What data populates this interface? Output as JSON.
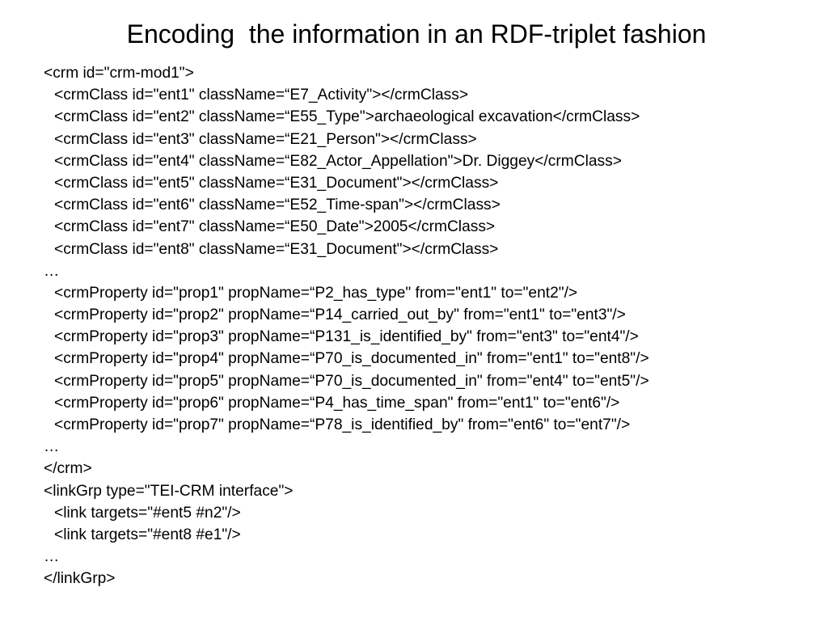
{
  "slide": {
    "title": "Encoding  the information in an RDF-triplet fashion",
    "lines": [
      {
        "text": "<crm id=\"crm-mod1\">",
        "indent": false
      },
      {
        "text": "<crmClass id=\"ent1\" className=“E7_Activity\"></crmClass>",
        "indent": true
      },
      {
        "text": "<crmClass id=\"ent2\" className=“E55_Type\">archaeological excavation</crmClass>",
        "indent": true
      },
      {
        "text": "<crmClass id=\"ent3\" className=“E21_Person\"></crmClass>",
        "indent": true
      },
      {
        "text": "<crmClass id=\"ent4\" className=“E82_Actor_Appellation\">Dr. Diggey</crmClass>",
        "indent": true
      },
      {
        "text": "<crmClass id=\"ent5\" className=“E31_Document\"></crmClass>",
        "indent": true
      },
      {
        "text": "<crmClass id=\"ent6\" className=“E52_Time-span\"></crmClass>",
        "indent": true
      },
      {
        "text": "<crmClass id=\"ent7\" className=“E50_Date\">2005</crmClass>",
        "indent": true
      },
      {
        "text": "<crmClass id=\"ent8\" className=“E31_Document\"></crmClass>",
        "indent": true
      },
      {
        "text": "…",
        "indent": false
      },
      {
        "text": "<crmProperty id=\"prop1\" propName=“P2_has_type\" from=\"ent1\" to=\"ent2\"/>",
        "indent": true
      },
      {
        "text": "<crmProperty id=\"prop2\" propName=“P14_carried_out_by\" from=\"ent1\" to=\"ent3\"/>",
        "indent": true
      },
      {
        "text": "<crmProperty id=\"prop3\" propName=“P131_is_identified_by\" from=\"ent3\" to=\"ent4\"/>",
        "indent": true
      },
      {
        "text": "<crmProperty id=\"prop4\" propName=“P70_is_documented_in\" from=\"ent1\" to=\"ent8\"/>",
        "indent": true
      },
      {
        "text": "<crmProperty id=\"prop5\" propName=“P70_is_documented_in\" from=\"ent4\" to=\"ent5\"/>",
        "indent": true
      },
      {
        "text": "<crmProperty id=\"prop6\" propName=“P4_has_time_span\" from=\"ent1\" to=\"ent6\"/>",
        "indent": true
      },
      {
        "text": "<crmProperty id=\"prop7\" propName=“P78_is_identified_by\" from=\"ent6\" to=\"ent7\"/>",
        "indent": true
      },
      {
        "text": "…",
        "indent": false
      },
      {
        "text": "</crm>",
        "indent": false
      },
      {
        "text": "<linkGrp type=\"TEI-CRM interface\">",
        "indent": false
      },
      {
        "text": "<link targets=\"#ent5 #n2\"/>",
        "indent": true
      },
      {
        "text": "<link targets=\"#ent8 #e1\"/>",
        "indent": true
      },
      {
        "text": "…",
        "indent": false
      },
      {
        "text": "</linkGrp>",
        "indent": false
      }
    ]
  }
}
